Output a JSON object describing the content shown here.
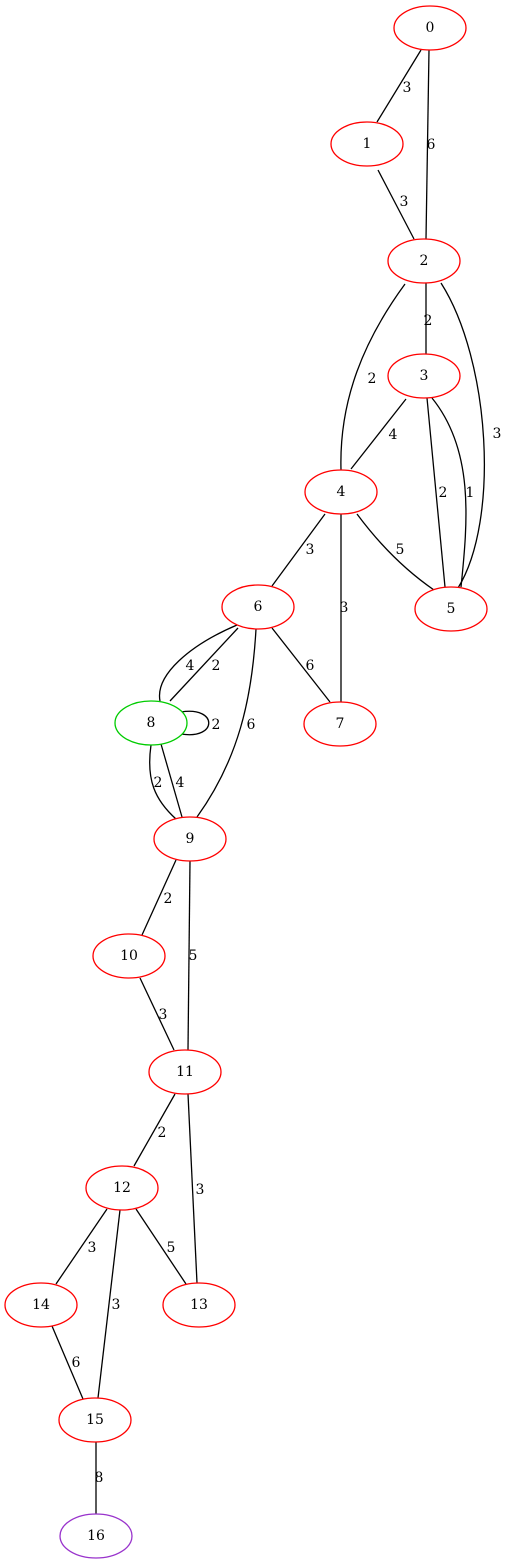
{
  "graph": {
    "colors": {
      "default_node": "#ff0000",
      "highlight_node": "#00cc00",
      "terminal_node": "#9933cc",
      "edge": "#000000"
    },
    "nodes": [
      {
        "id": "0",
        "label": "0",
        "color": "#ff0000"
      },
      {
        "id": "1",
        "label": "1",
        "color": "#ff0000"
      },
      {
        "id": "2",
        "label": "2",
        "color": "#ff0000"
      },
      {
        "id": "3",
        "label": "3",
        "color": "#ff0000"
      },
      {
        "id": "4",
        "label": "4",
        "color": "#ff0000"
      },
      {
        "id": "5",
        "label": "5",
        "color": "#ff0000"
      },
      {
        "id": "6",
        "label": "6",
        "color": "#ff0000"
      },
      {
        "id": "7",
        "label": "7",
        "color": "#ff0000"
      },
      {
        "id": "8",
        "label": "8",
        "color": "#00cc00"
      },
      {
        "id": "9",
        "label": "9",
        "color": "#ff0000"
      },
      {
        "id": "10",
        "label": "10",
        "color": "#ff0000"
      },
      {
        "id": "11",
        "label": "11",
        "color": "#ff0000"
      },
      {
        "id": "12",
        "label": "12",
        "color": "#ff0000"
      },
      {
        "id": "13",
        "label": "13",
        "color": "#ff0000"
      },
      {
        "id": "14",
        "label": "14",
        "color": "#ff0000"
      },
      {
        "id": "15",
        "label": "15",
        "color": "#ff0000"
      },
      {
        "id": "16",
        "label": "16",
        "color": "#9933cc"
      }
    ],
    "edges": [
      {
        "source": "0",
        "target": "1",
        "weight": "3"
      },
      {
        "source": "0",
        "target": "2",
        "weight": "6"
      },
      {
        "source": "1",
        "target": "2",
        "weight": "3"
      },
      {
        "source": "2",
        "target": "3",
        "weight": "2"
      },
      {
        "source": "2",
        "target": "4",
        "weight": "2"
      },
      {
        "source": "2",
        "target": "5",
        "weight": "3"
      },
      {
        "source": "3",
        "target": "4",
        "weight": "4"
      },
      {
        "source": "3",
        "target": "5",
        "weight": "2"
      },
      {
        "source": "3",
        "target": "5",
        "weight": "1"
      },
      {
        "source": "4",
        "target": "6",
        "weight": "3"
      },
      {
        "source": "4",
        "target": "7",
        "weight": "3"
      },
      {
        "source": "4",
        "target": "5",
        "weight": "5"
      },
      {
        "source": "6",
        "target": "8",
        "weight": "4"
      },
      {
        "source": "6",
        "target": "8",
        "weight": "2"
      },
      {
        "source": "6",
        "target": "9",
        "weight": "6"
      },
      {
        "source": "6",
        "target": "7",
        "weight": "6"
      },
      {
        "source": "8",
        "target": "8",
        "weight": "2"
      },
      {
        "source": "8",
        "target": "9",
        "weight": "2"
      },
      {
        "source": "8",
        "target": "9",
        "weight": "4"
      },
      {
        "source": "9",
        "target": "10",
        "weight": "2"
      },
      {
        "source": "9",
        "target": "11",
        "weight": "5"
      },
      {
        "source": "10",
        "target": "11",
        "weight": "3"
      },
      {
        "source": "11",
        "target": "12",
        "weight": "2"
      },
      {
        "source": "11",
        "target": "13",
        "weight": "3"
      },
      {
        "source": "12",
        "target": "14",
        "weight": "3"
      },
      {
        "source": "12",
        "target": "15",
        "weight": "3"
      },
      {
        "source": "12",
        "target": "13",
        "weight": "5"
      },
      {
        "source": "14",
        "target": "15",
        "weight": "6"
      },
      {
        "source": "15",
        "target": "16",
        "weight": "8"
      }
    ]
  }
}
